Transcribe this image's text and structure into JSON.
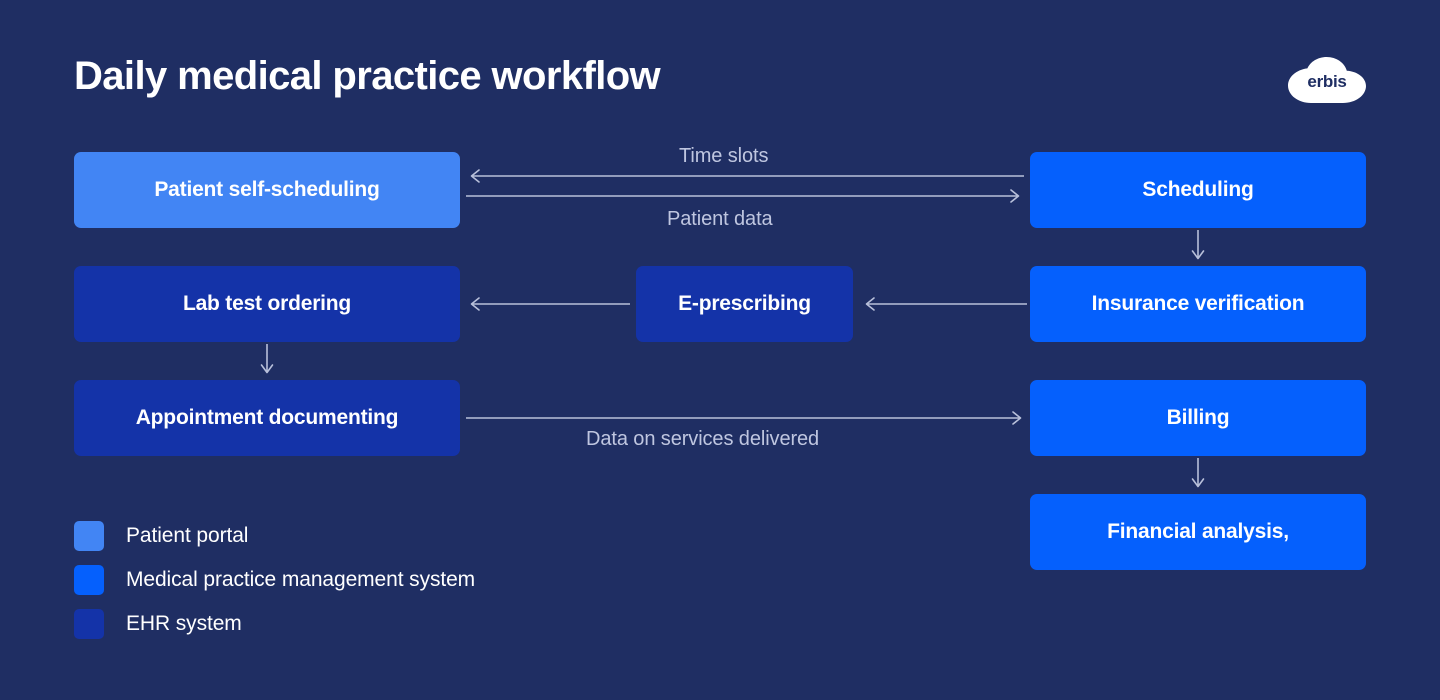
{
  "header": {
    "title": "Daily medical practice workflow",
    "logo_text": "erbis",
    "logo_shape": "cloud"
  },
  "theme": {
    "background": "#1f2e63",
    "patient_portal": "#4285f4",
    "practice_management": "#0560fd",
    "ehr": "#1433a8",
    "connector": "#b8c0da",
    "text_primary": "#ffffff",
    "text_muted": "#bfc6e0"
  },
  "nodes": [
    {
      "id": "patient-self-scheduling",
      "label": "Patient self-scheduling",
      "system": "Patient portal"
    },
    {
      "id": "scheduling",
      "label": "Scheduling",
      "system": "Medical practice management system"
    },
    {
      "id": "lab-test-ordering",
      "label": "Lab test ordering",
      "system": "EHR system"
    },
    {
      "id": "e-prescribing",
      "label": "E-prescribing",
      "system": "EHR system"
    },
    {
      "id": "insurance-verification",
      "label": "Insurance verification",
      "system": "Medical practice management system"
    },
    {
      "id": "appointment-documenting",
      "label": "Appointment documenting",
      "system": "EHR system"
    },
    {
      "id": "billing",
      "label": "Billing",
      "system": "Medical practice management system"
    },
    {
      "id": "financial-analysis",
      "label": "Financial analysis,",
      "system": "Medical practice management system"
    }
  ],
  "edges": [
    {
      "id": "time-slots",
      "label": "Time slots",
      "from": "scheduling",
      "to": "patient-self-scheduling",
      "direction": "left"
    },
    {
      "id": "patient-data",
      "label": "Patient data",
      "from": "patient-self-scheduling",
      "to": "scheduling",
      "direction": "right"
    },
    {
      "id": "scheduling-to-insurance",
      "label": "",
      "from": "scheduling",
      "to": "insurance-verification",
      "direction": "down"
    },
    {
      "id": "insurance-to-eprescribing",
      "label": "",
      "from": "insurance-verification",
      "to": "e-prescribing",
      "direction": "left"
    },
    {
      "id": "eprescribing-to-lab",
      "label": "",
      "from": "e-prescribing",
      "to": "lab-test-ordering",
      "direction": "left"
    },
    {
      "id": "lab-to-appointment",
      "label": "",
      "from": "lab-test-ordering",
      "to": "appointment-documenting",
      "direction": "down"
    },
    {
      "id": "data-on-services-delivered",
      "label": "Data on services delivered",
      "from": "appointment-documenting",
      "to": "billing",
      "direction": "right"
    },
    {
      "id": "billing-to-financial",
      "label": "",
      "from": "billing",
      "to": "financial-analysis",
      "direction": "down"
    }
  ],
  "legend": {
    "items": [
      {
        "label": "Patient portal",
        "color": "#4285f4"
      },
      {
        "label": "Medical practice management system",
        "color": "#0560fd"
      },
      {
        "label": "EHR system",
        "color": "#1433a8"
      }
    ]
  }
}
